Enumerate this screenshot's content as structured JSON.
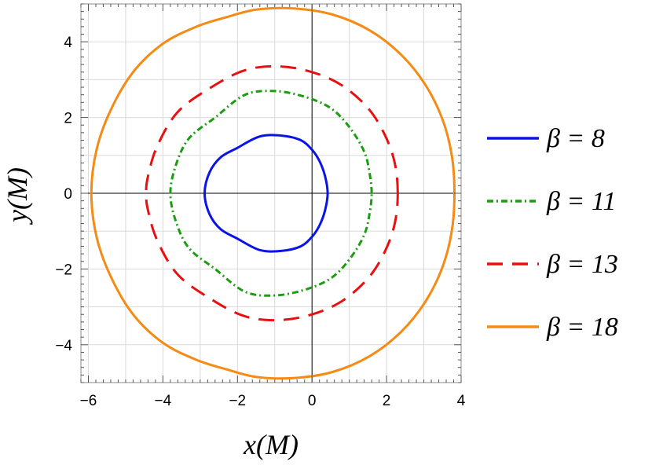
{
  "chart_data": {
    "type": "line",
    "title": "",
    "xlabel": "x(M)",
    "ylabel": "y(M)",
    "xlim": [
      -6.2,
      4.0
    ],
    "ylim": [
      -5.0,
      5.0
    ],
    "x_ticks": [
      {
        "value": -6,
        "label": "−6"
      },
      {
        "value": -4,
        "label": "−4"
      },
      {
        "value": -2,
        "label": "−2"
      },
      {
        "value": 0,
        "label": "0"
      },
      {
        "value": 2,
        "label": "2"
      },
      {
        "value": 4,
        "label": "4"
      }
    ],
    "y_ticks": [
      {
        "value": -4,
        "label": "−4"
      },
      {
        "value": -2,
        "label": "−2"
      },
      {
        "value": 0,
        "label": "0"
      },
      {
        "value": 2,
        "label": "2"
      },
      {
        "value": 4,
        "label": "4"
      }
    ],
    "grid": true,
    "legend_position": "right",
    "series": [
      {
        "name": "β = 8",
        "color": "#0a14e6",
        "dash": "solid",
        "points": [
          [
            0.42,
            0.0
          ],
          [
            0.35,
            0.45
          ],
          [
            0.2,
            0.85
          ],
          [
            0.0,
            1.15
          ],
          [
            -0.3,
            1.4
          ],
          [
            -0.8,
            1.52
          ],
          [
            -1.4,
            1.5
          ],
          [
            -2.0,
            1.2
          ],
          [
            -2.45,
            0.95
          ],
          [
            -2.75,
            0.55
          ],
          [
            -2.88,
            0.0
          ],
          [
            -2.75,
            -0.55
          ],
          [
            -2.45,
            -0.95
          ],
          [
            -2.0,
            -1.2
          ],
          [
            -1.4,
            -1.5
          ],
          [
            -0.8,
            -1.52
          ],
          [
            -0.3,
            -1.4
          ],
          [
            0.0,
            -1.15
          ],
          [
            0.2,
            -0.85
          ],
          [
            0.35,
            -0.45
          ],
          [
            0.42,
            0.0
          ]
        ]
      },
      {
        "name": "β = 11",
        "color": "#1a9e10",
        "dash": "dashdot",
        "points": [
          [
            1.6,
            0.0
          ],
          [
            1.55,
            0.5
          ],
          [
            1.4,
            1.1
          ],
          [
            1.0,
            1.75
          ],
          [
            0.5,
            2.25
          ],
          [
            -0.2,
            2.55
          ],
          [
            -1.0,
            2.7
          ],
          [
            -1.8,
            2.6
          ],
          [
            -2.6,
            2.0
          ],
          [
            -3.3,
            1.45
          ],
          [
            -3.65,
            0.75
          ],
          [
            -3.8,
            0.0
          ],
          [
            -3.65,
            -0.75
          ],
          [
            -3.3,
            -1.45
          ],
          [
            -2.6,
            -2.0
          ],
          [
            -1.8,
            -2.6
          ],
          [
            -1.0,
            -2.7
          ],
          [
            -0.2,
            -2.55
          ],
          [
            0.5,
            -2.25
          ],
          [
            1.0,
            -1.75
          ],
          [
            1.4,
            -1.1
          ],
          [
            1.55,
            -0.5
          ],
          [
            1.6,
            0.0
          ]
        ]
      },
      {
        "name": "β = 13",
        "color": "#e81010",
        "dash": "dashed",
        "points": [
          [
            2.3,
            0.0
          ],
          [
            2.22,
            0.8
          ],
          [
            1.95,
            1.55
          ],
          [
            1.5,
            2.25
          ],
          [
            0.8,
            2.85
          ],
          [
            0.0,
            3.2
          ],
          [
            -0.9,
            3.35
          ],
          [
            -1.8,
            3.25
          ],
          [
            -2.7,
            2.8
          ],
          [
            -3.6,
            2.15
          ],
          [
            -4.15,
            1.25
          ],
          [
            -4.4,
            0.45
          ],
          [
            -4.45,
            0.0
          ],
          [
            -4.4,
            -0.45
          ],
          [
            -4.15,
            -1.25
          ],
          [
            -3.6,
            -2.15
          ],
          [
            -2.7,
            -2.8
          ],
          [
            -1.8,
            -3.25
          ],
          [
            -0.9,
            -3.35
          ],
          [
            0.0,
            -3.2
          ],
          [
            0.8,
            -2.85
          ],
          [
            1.5,
            -2.25
          ],
          [
            1.95,
            -1.55
          ],
          [
            2.22,
            -0.8
          ],
          [
            2.3,
            0.0
          ]
        ]
      },
      {
        "name": "β = 18",
        "color": "#f58a14",
        "dash": "solid",
        "points": [
          [
            3.82,
            0.0
          ],
          [
            3.75,
            1.0
          ],
          [
            3.5,
            1.95
          ],
          [
            3.05,
            2.85
          ],
          [
            2.4,
            3.65
          ],
          [
            1.55,
            4.3
          ],
          [
            0.55,
            4.72
          ],
          [
            -0.5,
            4.88
          ],
          [
            -1.5,
            4.85
          ],
          [
            -2.3,
            4.65
          ],
          [
            -3.1,
            4.4
          ],
          [
            -4.0,
            3.95
          ],
          [
            -4.8,
            3.2
          ],
          [
            -5.4,
            2.2
          ],
          [
            -5.78,
            1.15
          ],
          [
            -5.92,
            0.0
          ],
          [
            -5.78,
            -1.15
          ],
          [
            -5.4,
            -2.2
          ],
          [
            -4.8,
            -3.2
          ],
          [
            -4.0,
            -3.95
          ],
          [
            -3.1,
            -4.4
          ],
          [
            -2.3,
            -4.65
          ],
          [
            -1.5,
            -4.85
          ],
          [
            -0.5,
            -4.88
          ],
          [
            0.55,
            -4.72
          ],
          [
            1.55,
            -4.3
          ],
          [
            2.4,
            -3.65
          ],
          [
            3.05,
            -2.85
          ],
          [
            3.5,
            -1.95
          ],
          [
            3.75,
            -1.0
          ],
          [
            3.82,
            0.0
          ]
        ]
      }
    ]
  }
}
